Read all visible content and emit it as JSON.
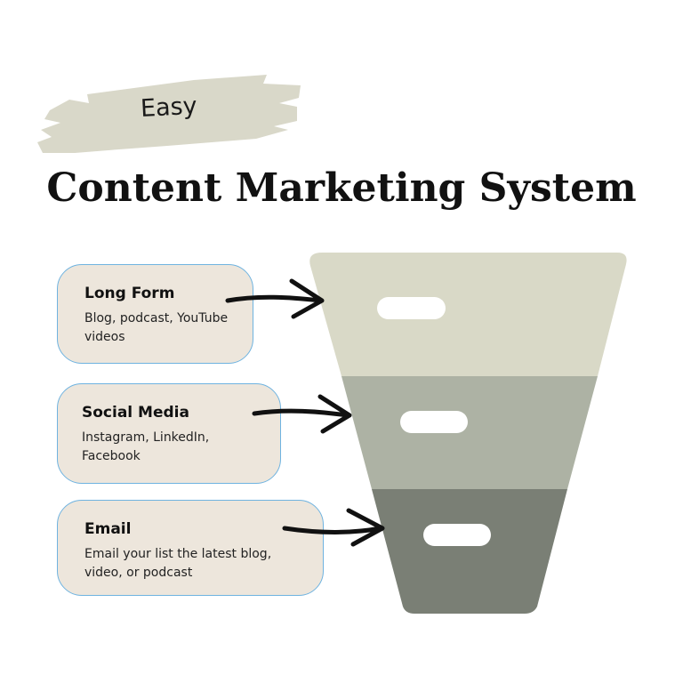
{
  "badge": {
    "label": "Easy"
  },
  "title": "Content Marketing System",
  "colors": {
    "brush": "#d9d8c9",
    "tier1": "#d9d9c7",
    "tier2": "#adb2a4",
    "tier3": "#7a7f75",
    "card_bg": "#ede6dc",
    "card_border": "#6fb3e0"
  },
  "stages": [
    {
      "heading": "Long Form",
      "description": "Blog, podcast, YouTube videos"
    },
    {
      "heading": "Social Media",
      "description": "Instagram, LinkedIn, Facebook"
    },
    {
      "heading": "Email",
      "description": "Email your list the latest blog, video, or podcast"
    }
  ]
}
